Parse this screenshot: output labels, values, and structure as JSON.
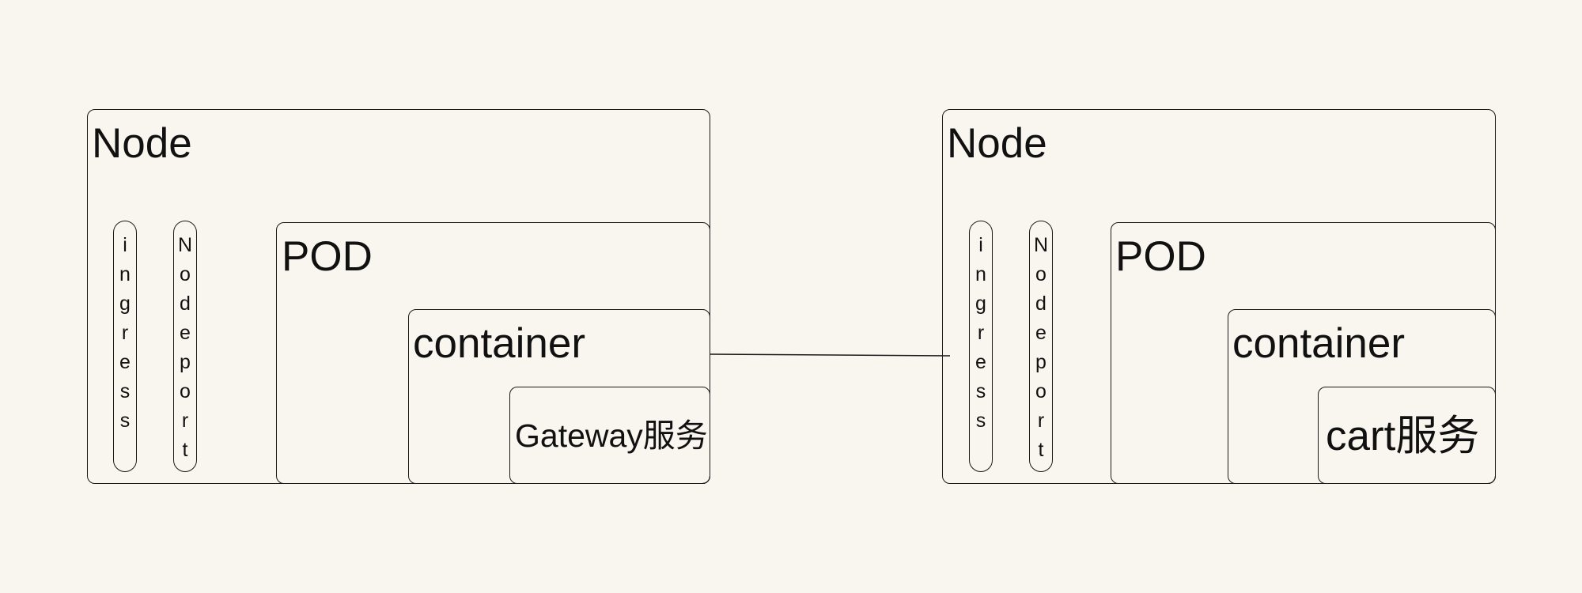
{
  "left": {
    "node_label": "Node",
    "ingress_label": "ingress",
    "nodeport_label": "Nodeport",
    "pod_label": "POD",
    "container_label": "container",
    "service_label": "Gateway服务"
  },
  "right": {
    "node_label": "Node",
    "ingress_label": "ingress",
    "nodeport_label": "Nodeport",
    "pod_label": "POD",
    "container_label": "container",
    "service_label": "cart服务"
  },
  "colors": {
    "background": "#f9f6ef",
    "stroke": "#1a1a1a"
  }
}
